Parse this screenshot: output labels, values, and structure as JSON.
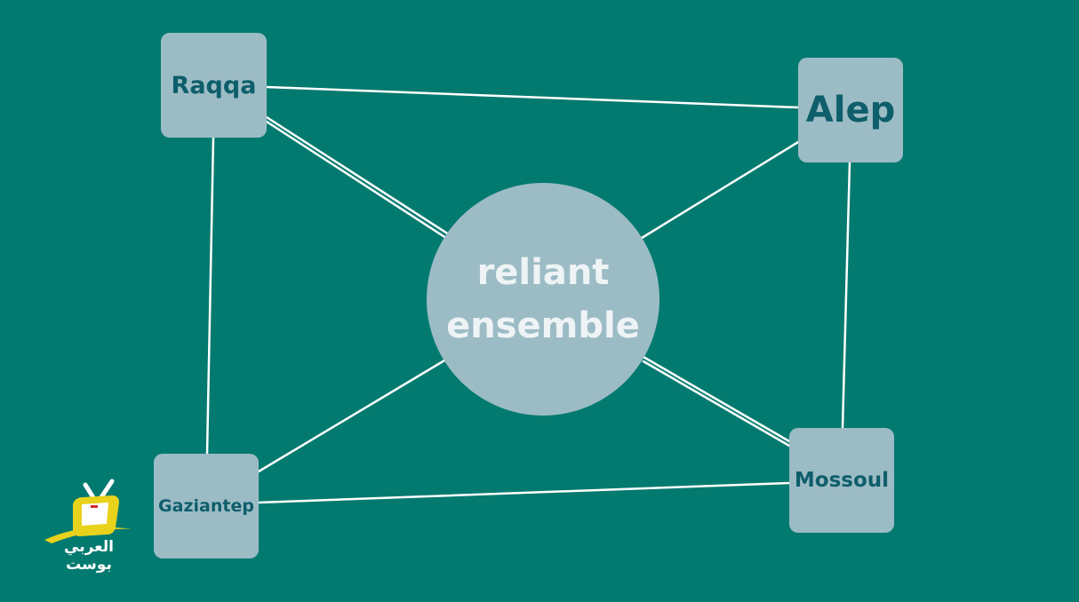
{
  "diagram": {
    "center_label_line1": "reliant",
    "center_label_line2": "ensemble",
    "nodes": {
      "raqqa": "Raqqa",
      "alep": "Alep",
      "gaziantep": "Gaziantep",
      "mossoul": "Mossoul"
    }
  },
  "logo": {
    "text": "العربي بوست"
  },
  "colors": {
    "background": "#037A70",
    "node_fill": "#9CBCC5",
    "node_text": "#0E5E6B",
    "center_text": "#EEF3F5",
    "edge": "#FFFFFF",
    "logo_yellow": "#E8D21C"
  }
}
